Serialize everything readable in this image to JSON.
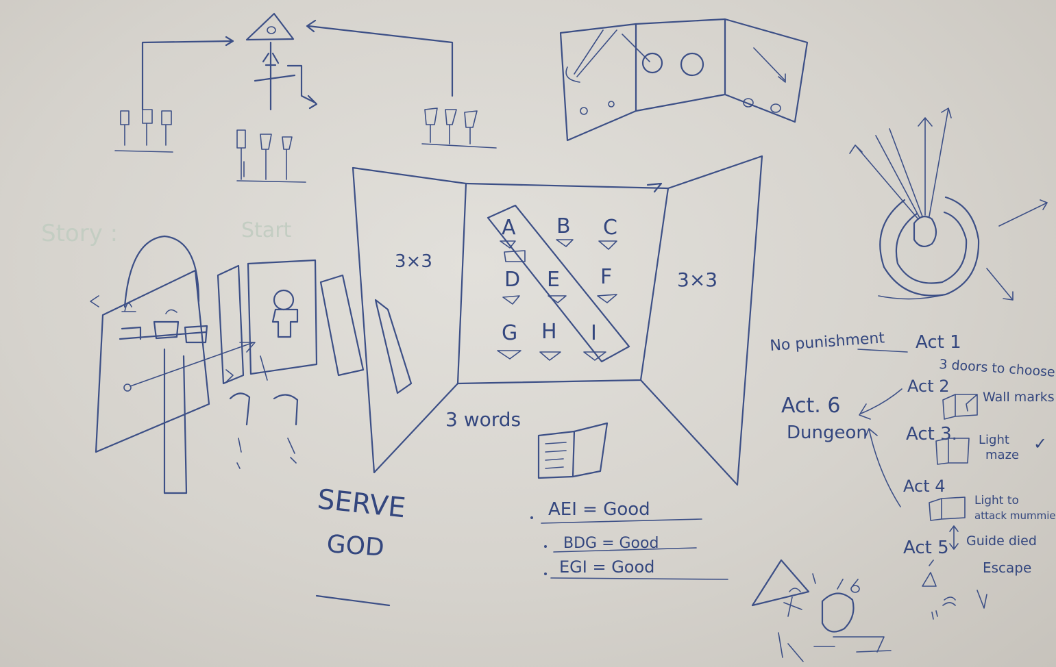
{
  "board": {
    "faded": {
      "story": "Story :",
      "start": "Start"
    },
    "layout": {
      "left_3x3": "3×3",
      "right_3x3": "3×3",
      "words": "3 words"
    },
    "grid": {
      "letters": [
        [
          "A",
          "B",
          "C"
        ],
        [
          "D",
          "E",
          "F"
        ],
        [
          "G",
          "H",
          "I"
        ]
      ]
    },
    "equations": {
      "line1": "AEI = Good",
      "line2": "BDG = Good",
      "line3": "EGI = Good"
    },
    "serve": {
      "line1": "SERVE",
      "line2": "GOD"
    },
    "flow": {
      "no_punishment": "No punishment",
      "act1": "Act 1",
      "act1_note": "3 doors to choose",
      "act2": "Act 2",
      "act2_note": "Wall marks",
      "act3": "Act 3.",
      "act3_note_1": "Light",
      "act3_note_2": "maze",
      "act4": "Act 4",
      "act4_note_1": "Light to",
      "act4_note_2": "attack mummies",
      "act5": "Act 5",
      "act5_note": "Guide died",
      "escape": "Escape",
      "act6_1": "Act. 6",
      "act6_2": "Dungeon",
      "check": "✓"
    }
  }
}
